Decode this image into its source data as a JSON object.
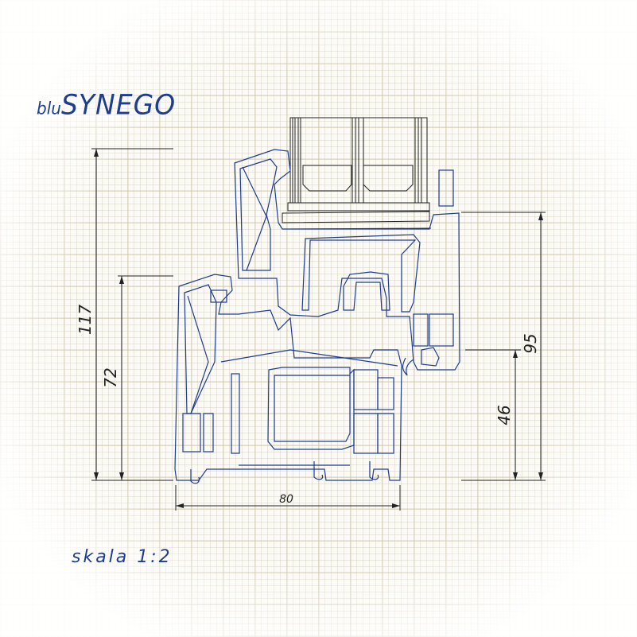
{
  "title": {
    "prefix": "blu",
    "name": "SYNEGO"
  },
  "scale_label": "skala 1:2",
  "dimensions": {
    "overall_height": "117",
    "frame_height": "72",
    "sash_height": "95",
    "sash_lower": "46",
    "frame_width": "80"
  },
  "colors": {
    "profile": "#1d3d8f",
    "glazing": "#222222",
    "ink": "#1d3d8f"
  }
}
